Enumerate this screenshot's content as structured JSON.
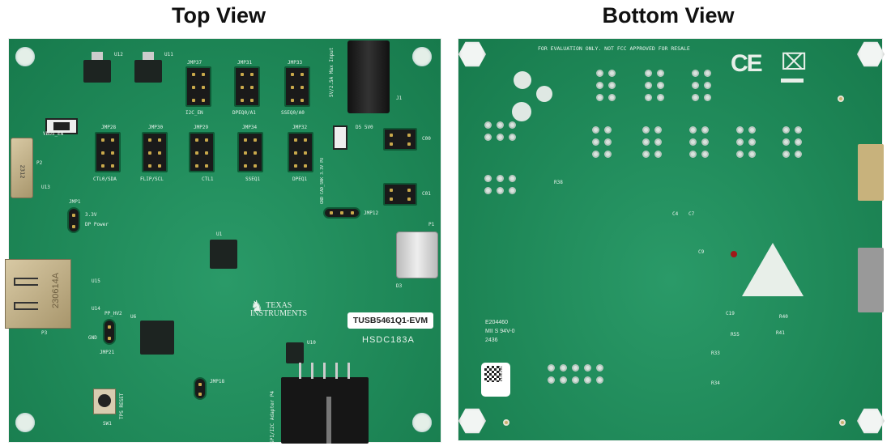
{
  "titles": {
    "top": "Top View",
    "bottom": "Bottom View"
  },
  "top_board": {
    "label": "TUSB5461Q1-EVM",
    "board_id": "HSDC183A",
    "logo": "TEXAS INSTRUMENTS",
    "connector_mark": "230614A",
    "usb_mark": "2312",
    "silk": {
      "u12": "U12",
      "u11": "U11",
      "jmp37": "JMP37",
      "jmp31": "JMP31",
      "jmp33": "JMP33",
      "i2c_en": "I2C_EN",
      "dpeq0": "DPEQ0/A1",
      "sseq0": "SSEQ0/A0",
      "j1": "J1",
      "j1_note": "5V/2.5A Max Input",
      "jmp28": "JMP28",
      "jmp30": "JMP30",
      "jmp29": "JMP29",
      "jmp34": "JMP34",
      "jmp32": "JMP32",
      "ctl0": "CTL0/SDA",
      "flip": "FLIP/SCL",
      "ctl1": "CTL1",
      "sseq1": "SSEQ1",
      "dpeq1": "DPEQ1",
      "vbus_en": "VBUS_EN",
      "p2": "P2",
      "u13": "U13",
      "jmp1": "JMP1",
      "v33": "3.3V",
      "dp_power": "DP Power",
      "u1": "U1",
      "p1": "P1",
      "p3": "P3",
      "u15": "U15",
      "u14": "U14",
      "pp_hv2": "PP_HV2",
      "gnd": "GND",
      "jmp21": "JMP21",
      "u6": "U6",
      "u10": "U10",
      "sw1": "SW1",
      "tps_reset": "TPS RESET",
      "p4": "SPI/I2C Adapter P4",
      "jmp18": "JMP18",
      "cad_snk": "GND CAD_SNK 3.3V PU",
      "jmp12": "JMP12",
      "d5": "D5 5V0",
      "c00": "C00",
      "c01": "C01",
      "d3": "D3"
    }
  },
  "bottom_board": {
    "notice": "FOR EVALUATION ONLY. NOT FCC APPROVED FOR RESALE",
    "ce_mark": "CE",
    "ul_lines": [
      "E204460",
      "MII S 94V-0",
      "2436"
    ],
    "qr_code": "2612612",
    "silk": {
      "r38": "R38",
      "c4": "C4",
      "c7": "C7",
      "c9": "C9",
      "c19": "C19",
      "r40": "R40",
      "r41": "R41",
      "r33": "R33",
      "r34": "R34",
      "r55": "R55"
    }
  },
  "colors": {
    "board": "#1e8757",
    "silk": "#e8f3ec",
    "esd": "#e8efe9"
  }
}
